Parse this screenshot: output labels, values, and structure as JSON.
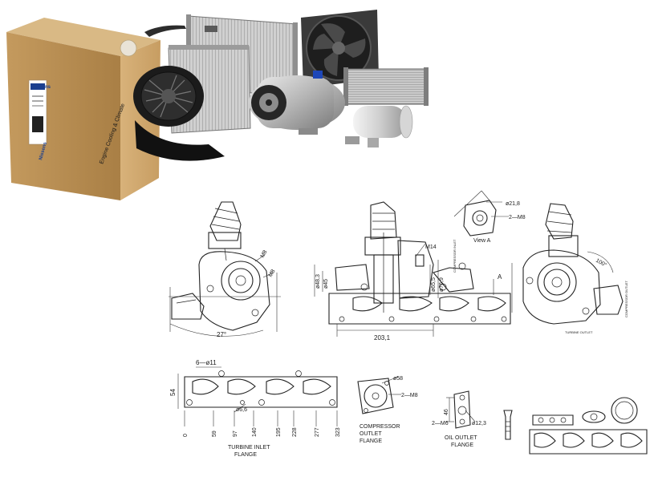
{
  "box": {
    "brand_top": "Nissens",
    "brand_side": "Nissens",
    "slogan": "Engine Cooling & Climate"
  },
  "drawing": {
    "side_view": {
      "angle_27": "27°",
      "m8_a": "M8",
      "m8_b": "M8"
    },
    "front_view": {
      "m14": "M14",
      "d48_3": "ø48,3",
      "d45": "ø45",
      "d65_5": "ø65,5",
      "d76_9": "ø76,9",
      "width_203_1": "203,1",
      "section_a": "A",
      "compressor_note": "COMPRESSOR INLET"
    },
    "view_a": {
      "d21_8": "ø21,8",
      "m8": "2—M8",
      "label": "View A"
    },
    "right_view": {
      "angle_100": "100°",
      "turbine_note": "TURBINE OUTLET",
      "compressor_outlet_note": "COMPRESSOR OUTLET"
    },
    "turbine_flange": {
      "holes": "6—ø11",
      "height_54": "54",
      "d6_6": "ø6,6",
      "dims": [
        "0",
        "59",
        "97",
        "140",
        "195",
        "228",
        "277",
        "323"
      ],
      "label_line1": "TURBINE INLET",
      "label_line2": "FLANGE"
    },
    "compressor_flange": {
      "d58": "ø58",
      "m8": "2—M8",
      "label_line1": "COMPRESSOR",
      "label_line2": "OUTLET",
      "label_line3": "FLANGE"
    },
    "oil_flange": {
      "d46": "46",
      "m6": "2—M6",
      "d12_3": "ø12,3",
      "label_line1": "OIL OUTLET",
      "label_line2": "FLANGE"
    }
  }
}
